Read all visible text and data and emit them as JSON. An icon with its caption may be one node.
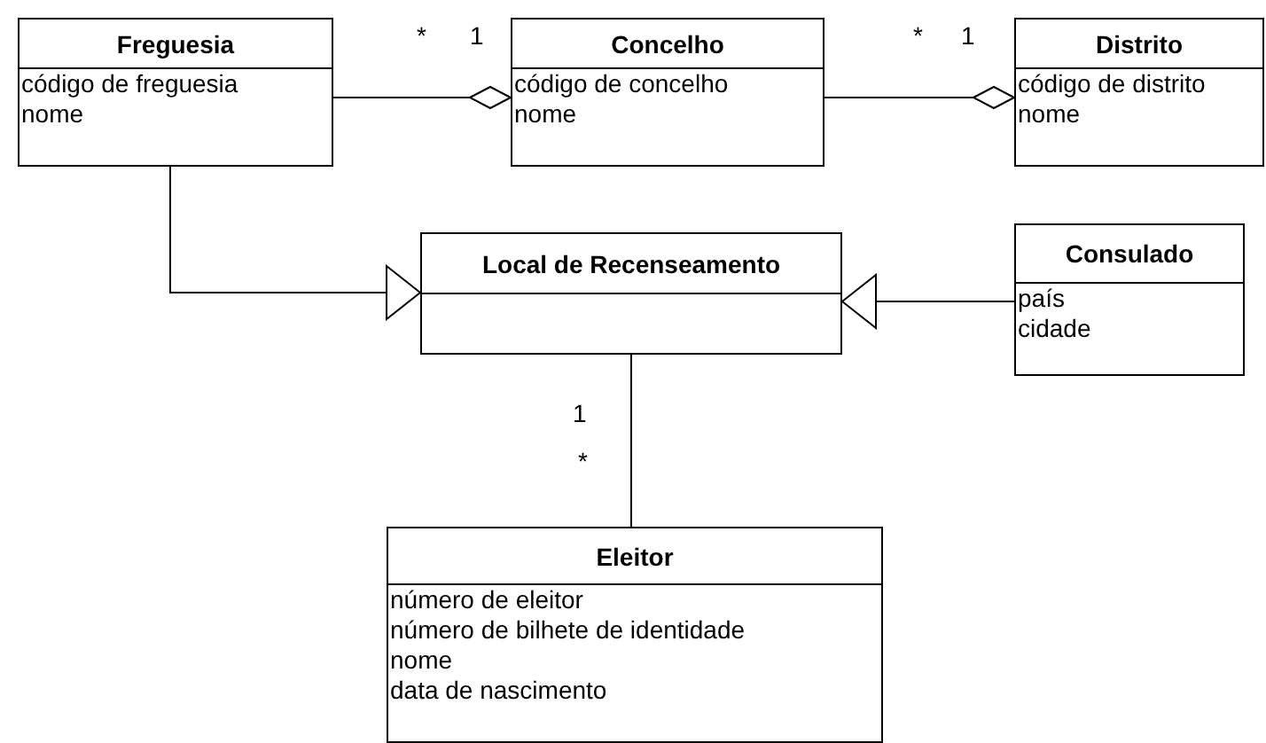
{
  "diagram": {
    "nodes": [
      {
        "text": [
          "Freguesia",
          "código de freguesia",
          "nome"
        ]
      },
      {
        "text": [
          "Concelho",
          "código de concelho",
          "nome"
        ]
      },
      {
        "text": [
          "Distrito",
          "código de distrito",
          "nome"
        ]
      },
      {
        "text": [
          "Local de Recenseamento"
        ]
      },
      {
        "text": [
          "Consulado",
          "país",
          "cidade"
        ]
      },
      {
        "text": [
          "Eleitor",
          "número de eleitor",
          "número de bilhete de identidade",
          "nome",
          "data de nascimento"
        ]
      }
    ],
    "edges": [
      {
        "from": 0,
        "to": 1,
        "arrow": "other"
      },
      {
        "from": 1,
        "to": 2,
        "arrow": "other"
      },
      {
        "from": 0,
        "to": 3,
        "arrow": "to"
      },
      {
        "from": 4,
        "to": 3,
        "arrow": "to"
      },
      {
        "from": 3,
        "to": 5,
        "arrow": "none"
      }
    ],
    "labels": [
      "*",
      "1",
      "*",
      "1",
      "1",
      "*"
    ]
  }
}
